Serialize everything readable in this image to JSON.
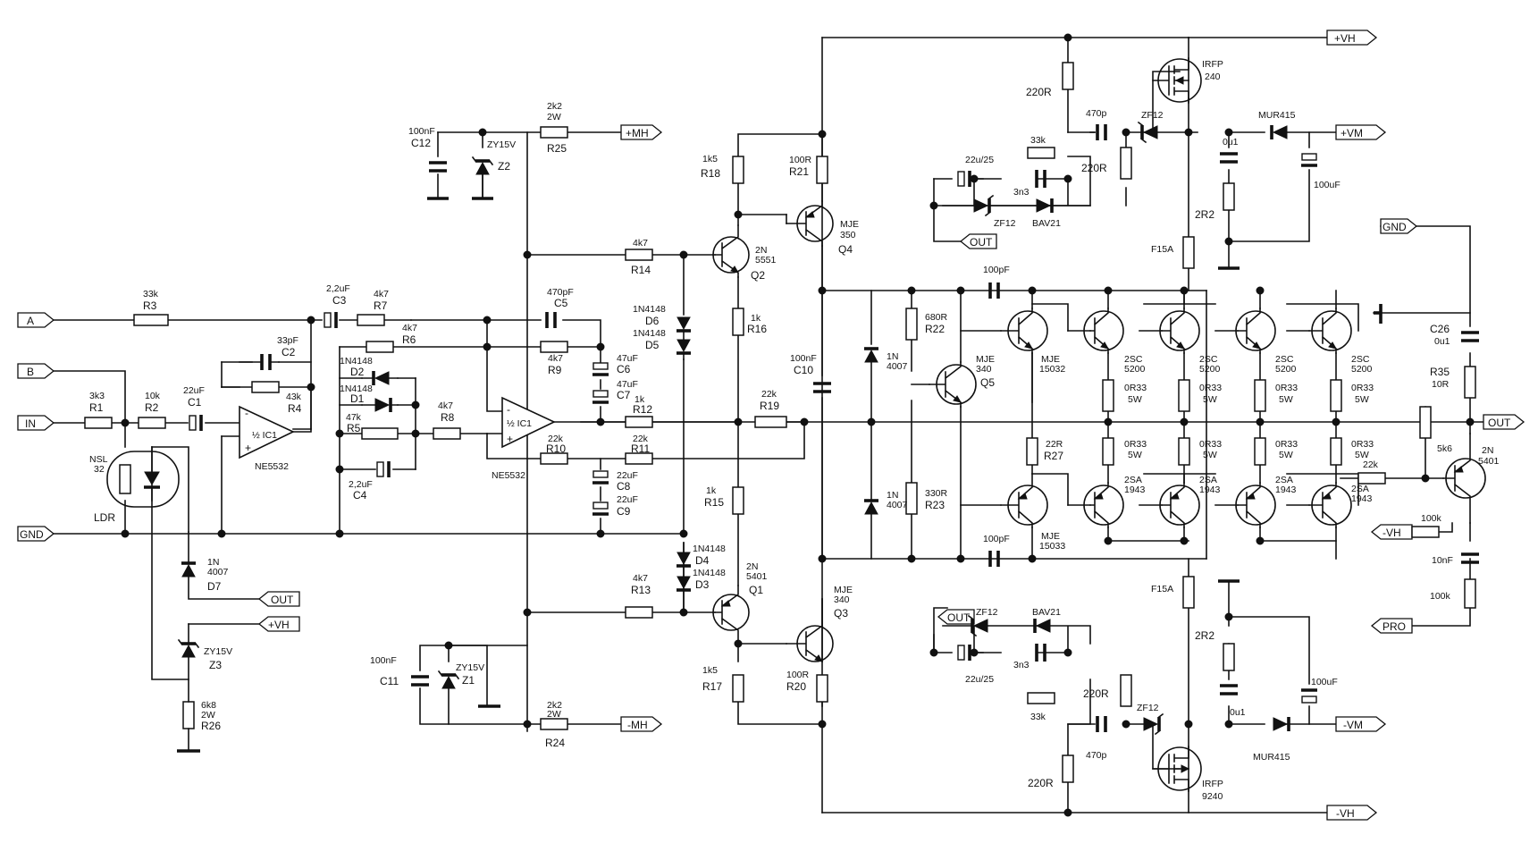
{
  "ports": {
    "A": "A",
    "B": "B",
    "IN": "IN",
    "GND_left": "GND",
    "GND_right": "GND",
    "OUT_main": "OUT",
    "OUT_d7": "OUT",
    "OUT_top": "OUT",
    "OUT_bottom": "OUT",
    "VH_pos_top": "+VH",
    "VH_pos_left": "+VH",
    "VH_neg_bottom": "-VH",
    "VH_neg_right": "-VH",
    "VM_pos": "+VM",
    "VM_neg": "-VM",
    "MH_pos": "+MH",
    "MH_neg": "-MH",
    "PRO": "PRO"
  },
  "resistors": {
    "R1": {
      "ref": "R1",
      "value": "3k3"
    },
    "R2": {
      "ref": "R2",
      "value": "10k"
    },
    "R3": {
      "ref": "R3",
      "value": "33k"
    },
    "R4": {
      "ref": "R4",
      "value": "43k"
    },
    "R5": {
      "ref": "R5",
      "value": "47k"
    },
    "R6": {
      "ref": "R6",
      "value": "4k7"
    },
    "R7": {
      "ref": "R7",
      "value": "4k7"
    },
    "R8": {
      "ref": "R8",
      "value": "4k7"
    },
    "R9": {
      "ref": "R9",
      "value": "4k7"
    },
    "R10": {
      "ref": "R10",
      "value": "22k"
    },
    "R11": {
      "ref": "R11",
      "value": "22k"
    },
    "R12": {
      "ref": "R12",
      "value": "1k"
    },
    "R13": {
      "ref": "R13",
      "value": "4k7"
    },
    "R14": {
      "ref": "R14",
      "value": "4k7"
    },
    "R15": {
      "ref": "R15",
      "value": "1k"
    },
    "R16": {
      "ref": "R16",
      "value": "1k"
    },
    "R17": {
      "ref": "R17",
      "value": "1k5"
    },
    "R18": {
      "ref": "R18",
      "value": "1k5"
    },
    "R19": {
      "ref": "R19",
      "value": "22k"
    },
    "R20": {
      "ref": "R20",
      "value": "100R"
    },
    "R21": {
      "ref": "R21",
      "value": "100R"
    },
    "R22": {
      "ref": "R22",
      "value": "680R"
    },
    "R23": {
      "ref": "R23",
      "value": "330R"
    },
    "R24": {
      "ref": "R24",
      "value": "2k2",
      "value2": "2W"
    },
    "R25": {
      "ref": "R25",
      "value": "2k2",
      "value2": "2W"
    },
    "R26": {
      "ref": "R26",
      "value": "6k8",
      "value2": "2W"
    },
    "R27": {
      "ref": "R27",
      "value": "22R"
    },
    "R35": {
      "ref": "R35",
      "value": "10R"
    },
    "Rg_top_1": "220R",
    "Rg_top_2": "220R",
    "Rg_bot_1": "220R",
    "Rg_bot_2": "220R",
    "R_fb_top": "33k",
    "R_fb_bot": "33k",
    "R_2R2_top": "2R2",
    "R_2R2_bot": "2R2",
    "R_emitter": "0R33",
    "R_emitter_power": "5W",
    "R_22k_prot": "22k",
    "R_5k6": "5k6",
    "R_100k_a": "100k",
    "R_100k_b": "100k"
  },
  "capacitors": {
    "C1": {
      "ref": "C1",
      "value": "22uF"
    },
    "C2": {
      "ref": "C2",
      "value": "33pF"
    },
    "C3": {
      "ref": "C3",
      "value": "2,2uF"
    },
    "C4": {
      "ref": "C4",
      "value": "2,2uF"
    },
    "C5": {
      "ref": "C5",
      "value": "470pF"
    },
    "C6": {
      "ref": "C6",
      "value": "47uF"
    },
    "C7": {
      "ref": "C7",
      "value": "47uF"
    },
    "C8": {
      "ref": "C8",
      "value": "22uF"
    },
    "C9": {
      "ref": "C9",
      "value": "22uF"
    },
    "C10": {
      "ref": "C10",
      "value": "100nF"
    },
    "C11": {
      "ref": "C11",
      "value": "100nF"
    },
    "C12": {
      "ref": "C12",
      "value": "100nF"
    },
    "C26": {
      "ref": "C26",
      "value": "0u1"
    },
    "C_470p": "470p",
    "C_22u25": "22u/25",
    "C_3n3": "3n3",
    "C_0u1": "0u1",
    "C_100uF": "100uF",
    "C_100pF": "100pF",
    "C_10nF": "10nF"
  },
  "semis": {
    "D1": {
      "ref": "D1",
      "type": "1N4148"
    },
    "D2": {
      "ref": "D2",
      "type": "1N4148"
    },
    "D3": {
      "ref": "D3",
      "type": "1N4148"
    },
    "D4": {
      "ref": "D4",
      "type": "1N4148"
    },
    "D5": {
      "ref": "D5",
      "type": "1N4148"
    },
    "D6": {
      "ref": "D6",
      "type": "1N4148"
    },
    "D7": {
      "ref": "D7",
      "type_a": "1N",
      "type_b": "4007"
    },
    "D_1N4007_a": "1N",
    "D_1N4007_b": "4007",
    "Z1": {
      "ref": "Z1",
      "type": "ZY15V"
    },
    "Z2": {
      "ref": "Z2",
      "type": "ZY15V"
    },
    "Z3": {
      "ref": "Z3",
      "type": "ZY15V"
    },
    "ZF12": "ZF12",
    "BAV21": "BAV21",
    "MUR415": "MUR415",
    "F15A": "F15A",
    "Q1": {
      "ref": "Q1",
      "type_a": "2N",
      "type_b": "5401"
    },
    "Q2": {
      "ref": "Q2",
      "type_a": "2N",
      "type_b": "5551"
    },
    "Q3": {
      "ref": "Q3",
      "type_a": "MJE",
      "type_b": "340"
    },
    "Q4": {
      "ref": "Q4",
      "type_a": "MJE",
      "type_b": "350"
    },
    "Q5": {
      "ref": "Q5",
      "type_a": "MJE",
      "type_b": "340"
    },
    "Q_drv_top": {
      "type_a": "MJE",
      "type_b": "15032"
    },
    "Q_drv_bot": {
      "type_a": "MJE",
      "type_b": "15033"
    },
    "Q_out_npn": {
      "type_a": "2SC",
      "type_b": "5200"
    },
    "Q_out_pnp": {
      "type_a": "2SA",
      "type_b": "1943"
    },
    "Q_prot": {
      "type_a": "2N",
      "type_b": "5401"
    },
    "MOSFET_top": {
      "type_a": "IRFP",
      "type_b": "240"
    },
    "MOSFET_bot": {
      "type_a": "IRFP",
      "type_b": "9240"
    },
    "IC1": {
      "ref": "½ IC1",
      "type": "NE5532"
    },
    "LDR": {
      "ref": "LDR",
      "type_a": "NSL",
      "type_b": "32"
    }
  }
}
